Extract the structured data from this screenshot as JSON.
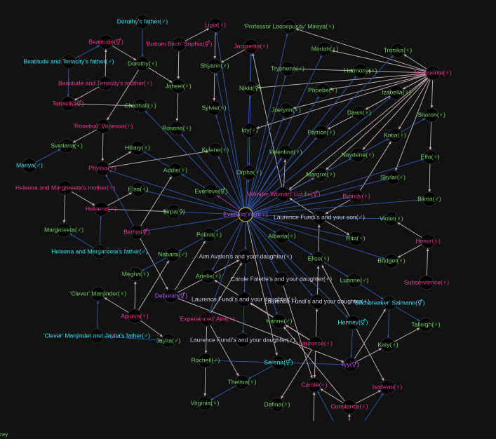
{
  "colors": {
    "background": "#121212",
    "edge_blue": "#2f55a8",
    "edge_gray": "#b9a9ab",
    "edge_purple": "#9a3aa8",
    "green": "#6ccf5a",
    "pink": "#ec2f8c",
    "cyan": "#22e4f2",
    "purple": "#b555f5",
    "offspring": "#c9c9d9"
  },
  "corner_text": "ney",
  "nodes": [
    {
      "id": "dorothy_father",
      "label": "Dorothy's father(♂)",
      "color": "cyan"
    },
    {
      "id": "ligia",
      "label": "Ligia(♀)",
      "color": "pink"
    },
    {
      "id": "beatitude",
      "label": "Beatitude(⚥)",
      "color": "pink"
    },
    {
      "id": "sophia",
      "label": "'Bottom Bitch' Sophia(⚥)",
      "color": "pink"
    },
    {
      "id": "bt_father",
      "label": "Beatitude and Tenacity's father(♂)",
      "color": "cyan"
    },
    {
      "id": "dorothy",
      "label": "Dorothy(♀)",
      "color": "green"
    },
    {
      "id": "shyann",
      "label": "Shyann(♀)",
      "color": "green"
    },
    {
      "id": "jacquetta",
      "label": "Jacquetta(♀)",
      "color": "pink"
    },
    {
      "id": "bt_mother",
      "label": "Beatitude and Tenacity's mother(♀)",
      "color": "pink"
    },
    {
      "id": "jaheel",
      "label": "Jaheel(♀)",
      "color": "green"
    },
    {
      "id": "tenacity",
      "label": "Tenacity(⚥)",
      "color": "pink"
    },
    {
      "id": "chalthall",
      "label": "Chalthall(♀)",
      "color": "green"
    },
    {
      "id": "sylvie",
      "label": "Sylvie(♀)",
      "color": "green"
    },
    {
      "id": "nikki",
      "label": "Nikki(⚥)",
      "color": "green"
    },
    {
      "id": "vanessa",
      "label": "'Rosebud' Vanessa(♀)",
      "color": "pink"
    },
    {
      "id": "rosana",
      "label": "Rosana(♀)",
      "color": "green"
    },
    {
      "id": "idy",
      "label": "Idy(♀)",
      "color": "green"
    },
    {
      "id": "svetlana",
      "label": "Svetlana(♀)",
      "color": "green"
    },
    {
      "id": "hillary",
      "label": "Hillary(♀)",
      "color": "green"
    },
    {
      "id": "kylene",
      "label": "Kylene(♀)",
      "color": "green"
    },
    {
      "id": "mariya",
      "label": "Mariya(♂)",
      "color": "cyan"
    },
    {
      "id": "phyliss",
      "label": "Phyliss(♀)",
      "color": "pink"
    },
    {
      "id": "addie",
      "label": "Addie(♀)",
      "color": "green"
    },
    {
      "id": "orpha",
      "label": "Orpha(♀)",
      "color": "green"
    },
    {
      "id": "hm_mother",
      "label": "Heleena and Margareeta's mother(♀)",
      "color": "pink"
    },
    {
      "id": "elsa",
      "label": "Elsa(♀)",
      "color": "green"
    },
    {
      "id": "everlove",
      "label": "Everlove(⚥)",
      "color": "green"
    },
    {
      "id": "heleena",
      "label": "Heleena(♀)",
      "color": "pink"
    },
    {
      "id": "sirpa",
      "label": "Sirpa(⚲)",
      "color": "green"
    },
    {
      "id": "everlast",
      "label": "Everlast(You)(♀)",
      "color": "purple"
    },
    {
      "id": "mireya",
      "label": "'Professor Loosepussy' Mireya(♀)",
      "color": "green"
    },
    {
      "id": "moriah",
      "label": "Moriah(♀)",
      "color": "green"
    },
    {
      "id": "tronika",
      "label": "Tronika(♀)",
      "color": "green"
    },
    {
      "id": "tryphena",
      "label": "Tryphena(♂)",
      "color": "green"
    },
    {
      "id": "harmony",
      "label": "Harmony(♀)",
      "color": "green"
    },
    {
      "id": "marguerite",
      "label": "Marguerite(♀)",
      "color": "pink"
    },
    {
      "id": "phoebe",
      "label": "Phoebe(♀)",
      "color": "green"
    },
    {
      "id": "izabella",
      "label": "Izabella(♀)",
      "color": "green"
    },
    {
      "id": "joelynn",
      "label": "Joelynn(♀)",
      "color": "green"
    },
    {
      "id": "dawn",
      "label": "Dawn(♀)",
      "color": "green"
    },
    {
      "id": "sharon",
      "label": "Sharon(♀)",
      "color": "green"
    },
    {
      "id": "patrice",
      "label": "Patrice(♀)",
      "color": "green"
    },
    {
      "id": "katia",
      "label": "Katia(♀)",
      "color": "green"
    },
    {
      "id": "valentina",
      "label": "Valentina(♀)",
      "color": "green"
    },
    {
      "id": "naydene",
      "label": "Naydene(♀)",
      "color": "green"
    },
    {
      "id": "effa",
      "label": "Effa(♀)",
      "color": "green"
    },
    {
      "id": "margret",
      "label": "Margret(♀)",
      "color": "green"
    },
    {
      "id": "skylar",
      "label": "Skylar(♂)",
      "color": "green"
    },
    {
      "id": "lucille",
      "label": "'Wonder Woman' Lucille(⚥)",
      "color": "pink"
    },
    {
      "id": "brandy",
      "label": "Brandy(♀)",
      "color": "pink"
    },
    {
      "id": "bilma",
      "label": "Bilma(♂)",
      "color": "green"
    },
    {
      "id": "lf_son",
      "label": "Laurence Fundi's and your son(♂)",
      "color": "offspring"
    },
    {
      "id": "violet",
      "label": "Violet(♀)",
      "color": "green"
    },
    {
      "id": "margareeta",
      "label": "Margareeta(♂)",
      "color": "green"
    },
    {
      "id": "bethia",
      "label": "Bethia(⚥)",
      "color": "pink"
    },
    {
      "id": "polina",
      "label": "Polina(♀)",
      "color": "green"
    },
    {
      "id": "alberta",
      "label": "Alberta(♀)",
      "color": "green"
    },
    {
      "id": "rita",
      "label": "Rita(♀)",
      "color": "green"
    },
    {
      "id": "honor",
      "label": "Honor(♀)",
      "color": "pink"
    },
    {
      "id": "hm_father",
      "label": "Heleena and Margareeta's father(♂)",
      "color": "cyan"
    },
    {
      "id": "nabami",
      "label": "Nabami(♂)",
      "color": "green"
    },
    {
      "id": "aa_daughter",
      "label": "Aim Avalon's and your daughter(♀)",
      "color": "offspring"
    },
    {
      "id": "elise",
      "label": "Elise(♀)",
      "color": "green"
    },
    {
      "id": "bridget",
      "label": "Bridget(♀)",
      "color": "green"
    },
    {
      "id": "megha",
      "label": "Megha(♀)",
      "color": "green"
    },
    {
      "id": "arielle",
      "label": "Arielle(♀)",
      "color": "green"
    },
    {
      "id": "cf_daughter",
      "label": "Carole Falette's and your daughter(♀)",
      "color": "offspring"
    },
    {
      "id": "luanne",
      "label": "Luanne(♂)",
      "color": "green"
    },
    {
      "id": "subservience",
      "label": "Subservience(♀)",
      "color": "pink"
    },
    {
      "id": "manjinder",
      "label": "'Clever' Manjinder(♀)",
      "color": "green"
    },
    {
      "id": "deborah",
      "label": "Deborah(⚥)",
      "color": "purple"
    },
    {
      "id": "lf_daughter1",
      "label": "Laurence Fundi's and your daughter(♀)",
      "color": "offspring"
    },
    {
      "id": "lf_daughter2",
      "label": "Laurence Fundi's and your daughter(♀)",
      "color": "offspring"
    },
    {
      "id": "salmann",
      "label": "'Bitchbreaker' Salmann(⚥)",
      "color": "cyan"
    },
    {
      "id": "apurva",
      "label": "Apurva(♀)",
      "color": "pink"
    },
    {
      "id": "aim",
      "label": "'Experienced' Aim(♀)",
      "color": "pink"
    },
    {
      "id": "karine",
      "label": "Karine(♂)",
      "color": "green"
    },
    {
      "id": "henney",
      "label": "Henney(⚥)",
      "color": "cyan"
    },
    {
      "id": "talleigh",
      "label": "Talleigh(♀)",
      "color": "green"
    },
    {
      "id": "cmj_father",
      "label": "'Clever' Manjinder and Jayita's father(♂)",
      "color": "cyan"
    },
    {
      "id": "jayita",
      "label": "Jayita(♂)",
      "color": "green"
    },
    {
      "id": "lf_daughter3",
      "label": "Laurence Fundi's and your daughter(♀)",
      "color": "offspring"
    },
    {
      "id": "laurence",
      "label": "Laurence(♀)",
      "color": "pink"
    },
    {
      "id": "katy",
      "label": "Katy(♀)",
      "color": "green"
    },
    {
      "id": "rochell",
      "label": "Rochell(♂)",
      "color": "green"
    },
    {
      "id": "serena",
      "label": "Serena(⚥)",
      "color": "cyan"
    },
    {
      "id": "ivy",
      "label": "Ivy(⚥)",
      "color": "purple"
    },
    {
      "id": "thelma",
      "label": "Thelma(♀)",
      "color": "green"
    },
    {
      "id": "carole",
      "label": "Carole(♀)",
      "color": "pink"
    },
    {
      "id": "isabeau",
      "label": "Isabeau(♀)",
      "color": "pink"
    },
    {
      "id": "virginia",
      "label": "Virginia(♀)",
      "color": "green"
    },
    {
      "id": "dafina",
      "label": "Dafina(♀)",
      "color": "green"
    },
    {
      "id": "constance",
      "label": "Constance(♀)",
      "color": "pink"
    }
  ],
  "edges": [
    [
      "dorothy_father",
      "dorothy",
      "blue"
    ],
    [
      "beatitude",
      "dorothy",
      "gray"
    ],
    [
      "bt_father",
      "beatitude",
      "blue"
    ],
    [
      "bt_father",
      "tenacity",
      "blue"
    ],
    [
      "bt_mother",
      "beatitude",
      "gray"
    ],
    [
      "bt_mother",
      "tenacity",
      "gray"
    ],
    [
      "tenacity",
      "chalthall",
      "gray"
    ],
    [
      "dorothy",
      "jaheel",
      "gray"
    ],
    [
      "dorothy",
      "vanessa",
      "gray"
    ],
    [
      "sophia",
      "ligia",
      "gray"
    ],
    [
      "sophia",
      "jaheel",
      "gray"
    ],
    [
      "jaheel",
      "rosana",
      "gray"
    ],
    [
      "jacquetta",
      "shyann",
      "gray"
    ],
    [
      "ligia",
      "shyann",
      "gray"
    ],
    [
      "shyann",
      "sylvie",
      "gray"
    ],
    [
      "vanessa",
      "svetlana",
      "gray"
    ],
    [
      "mariya",
      "svetlana",
      "blue"
    ],
    [
      "vanessa",
      "phyliss",
      "gray"
    ],
    [
      "phyliss",
      "hillary",
      "gray"
    ],
    [
      "phyliss",
      "kylene",
      "gray"
    ],
    [
      "addie",
      "hillary",
      "blue"
    ],
    [
      "everlove",
      "addie",
      "blue"
    ],
    [
      "everlast",
      "everlove",
      "purple"
    ],
    [
      "hm_mother",
      "margareeta",
      "gray"
    ],
    [
      "hm_mother",
      "heleena",
      "gray"
    ],
    [
      "heleena",
      "elsa",
      "gray"
    ],
    [
      "heleena",
      "sirpa",
      "gray"
    ],
    [
      "hm_father",
      "heleena",
      "blue"
    ],
    [
      "hm_father",
      "margareeta",
      "blue"
    ],
    [
      "bethia",
      "phyliss",
      "blue"
    ],
    [
      "bethia",
      "addie",
      "gray"
    ],
    [
      "bethia",
      "deborah",
      "gray"
    ],
    [
      "polina",
      "nabami",
      "blue"
    ],
    [
      "nabami",
      "megha",
      "blue"
    ],
    [
      "apurva",
      "megha",
      "gray"
    ],
    [
      "apurva",
      "nabami",
      "gray"
    ],
    [
      "apurva",
      "manjinder",
      "gray"
    ],
    [
      "apurva",
      "jayita",
      "gray"
    ],
    [
      "cmj_father",
      "manjinder",
      "blue"
    ],
    [
      "cmj_father",
      "jayita",
      "blue"
    ],
    [
      "deborah",
      "polina",
      "gray"
    ],
    [
      "deborah",
      "aa_daughter",
      "gray"
    ],
    [
      "deborah",
      "ivy",
      "gray"
    ],
    [
      "aim",
      "rochell",
      "gray"
    ],
    [
      "aim",
      "thelma",
      "gray"
    ],
    [
      "aim",
      "aa_daughter",
      "gray"
    ],
    [
      "rochell",
      "virginia",
      "gray"
    ],
    [
      "thelma",
      "virginia",
      "blue"
    ],
    [
      "serena",
      "thelma",
      "blue"
    ],
    [
      "rochell",
      "serena",
      "blue"
    ],
    [
      "serena",
      "ivy",
      "blue"
    ],
    [
      "aa_daughter",
      "lf_daughter1",
      "blue"
    ],
    [
      "lf_daughter1",
      "lf_daughter3",
      "blue"
    ],
    [
      "laurence",
      "lf_daughter1",
      "gray"
    ],
    [
      "laurence",
      "arielle",
      "gray"
    ],
    [
      "laurence",
      "karine",
      "gray"
    ],
    [
      "laurence",
      "lf_daughter2",
      "gray"
    ],
    [
      "lf_daughter2",
      "elise",
      "gray"
    ],
    [
      "elise",
      "lf_son",
      "gray"
    ],
    [
      "lf_son",
      "rita",
      "gray"
    ],
    [
      "lf_son",
      "lucille",
      "gray"
    ],
    [
      "laurence",
      "dafina",
      "gray"
    ],
    [
      "laurence",
      "carole",
      "gray"
    ],
    [
      "cf_daughter",
      "carole",
      "gray"
    ],
    [
      "constance",
      "carole",
      "gray"
    ],
    [
      "constance",
      "isabeau",
      "gray"
    ],
    [
      "constance",
      "karine",
      "gray"
    ],
    [
      "henney",
      "ivy",
      "blue"
    ],
    [
      "henney",
      "isabeau",
      "gray"
    ],
    [
      "henney",
      "elise",
      "gray"
    ],
    [
      "ivy",
      "katy",
      "gray"
    ],
    [
      "ivy",
      "salmann",
      "gray"
    ],
    [
      "salmann",
      "katy",
      "blue"
    ],
    [
      "salmann",
      "talleigh",
      "blue"
    ],
    [
      "katy",
      "talleigh",
      "gray"
    ],
    [
      "luanne",
      "salmann",
      "blue"
    ],
    [
      "elise",
      "luanne",
      "blue"
    ],
    [
      "alberta",
      "elise",
      "blue"
    ],
    [
      "honor",
      "violet",
      "gray"
    ],
    [
      "honor",
      "bridget",
      "gray"
    ],
    [
      "subservience",
      "honor",
      "gray"
    ],
    [
      "lucille",
      "valentina",
      "gray"
    ],
    [
      "lucille",
      "jacquetta",
      "gray"
    ],
    [
      "lucille",
      "margret",
      "gray"
    ],
    [
      "lf_son",
      "violet",
      "blue"
    ],
    [
      "brandy",
      "lf_son",
      "gray"
    ],
    [
      "brandy",
      "katia",
      "gray"
    ],
    [
      "nikki",
      "jacquetta",
      "blue"
    ],
    [
      "idy",
      "nikki",
      "blue"
    ],
    [
      "idy",
      "orpha",
      "blue"
    ],
    [
      "sharon",
      "effa",
      "gray"
    ],
    [
      "effa",
      "bilma",
      "gray"
    ],
    [
      "katia",
      "sharon",
      "blue"
    ],
    [
      "margret",
      "naydene",
      "blue"
    ],
    [
      "naydene",
      "katia",
      "blue"
    ],
    [
      "izabella",
      "dawn",
      "gray"
    ],
    [
      "dawn",
      "patrice",
      "gray"
    ],
    [
      "tryphena",
      "harmony",
      "gray"
    ],
    [
      "marguerite",
      "mireya",
      "gray"
    ],
    [
      "marguerite",
      "moriah",
      "gray"
    ],
    [
      "marguerite",
      "tronika",
      "gray"
    ],
    [
      "marguerite",
      "harmony",
      "gray"
    ],
    [
      "marguerite",
      "nikki",
      "gray"
    ],
    [
      "marguerite",
      "joelynn",
      "gray"
    ],
    [
      "marguerite",
      "idy",
      "gray"
    ],
    [
      "marguerite",
      "izabella",
      "gray"
    ],
    [
      "marguerite",
      "dawn",
      "gray"
    ],
    [
      "marguerite",
      "naydene",
      "gray"
    ],
    [
      "marguerite",
      "margret",
      "gray"
    ],
    [
      "marguerite",
      "lucille",
      "gray"
    ],
    [
      "marguerite",
      "skylar",
      "gray"
    ],
    [
      "marguerite",
      "katia",
      "gray"
    ],
    [
      "marguerite",
      "sharon",
      "gray"
    ],
    [
      "marguerite",
      "phoebe",
      "gray"
    ],
    [
      "everlast",
      "ligia",
      "blue"
    ],
    [
      "everlast",
      "shyann",
      "blue"
    ],
    [
      "everlast",
      "jacquetta",
      "blue"
    ],
    [
      "everlast",
      "mireya",
      "blue"
    ],
    [
      "everlast",
      "moriah",
      "blue"
    ],
    [
      "everlast",
      "tryphena",
      "blue"
    ],
    [
      "everlast",
      "joelynn",
      "blue"
    ],
    [
      "everlast",
      "phoebe",
      "blue"
    ],
    [
      "everlast",
      "tronika",
      "blue"
    ],
    [
      "everlast",
      "patrice",
      "blue"
    ],
    [
      "everlast",
      "harmony",
      "blue"
    ],
    [
      "everlast",
      "valentina",
      "blue"
    ],
    [
      "everlast",
      "izabella",
      "blue"
    ],
    [
      "everlast",
      "margret",
      "blue"
    ],
    [
      "everlast",
      "effa",
      "blue"
    ],
    [
      "everlast",
      "skylar",
      "blue"
    ],
    [
      "everlast",
      "brandy",
      "blue"
    ],
    [
      "everlast",
      "bilma",
      "blue"
    ],
    [
      "everlast",
      "sylvie",
      "blue"
    ],
    [
      "everlast",
      "kylene",
      "blue"
    ],
    [
      "everlast",
      "rosana",
      "blue"
    ],
    [
      "everlast",
      "chalthall",
      "blue"
    ],
    [
      "everlast",
      "elsa",
      "blue"
    ],
    [
      "everlast",
      "sirpa",
      "blue"
    ],
    [
      "everlast",
      "bethia",
      "blue"
    ],
    [
      "everlast",
      "polina",
      "blue"
    ],
    [
      "everlast",
      "arielle",
      "blue"
    ],
    [
      "everlast",
      "aim",
      "blue"
    ],
    [
      "everlast",
      "alberta",
      "blue"
    ],
    [
      "everlast",
      "rita",
      "blue"
    ],
    [
      "everlast",
      "bridget",
      "blue"
    ],
    [
      "everlast",
      "karine",
      "blue"
    ],
    [
      "everlast",
      "serena",
      "gray"
    ],
    [
      "everlast",
      "cf_daughter",
      "blue"
    ],
    [
      "everlast",
      "lf_daughter2",
      "blue"
    ],
    [
      "everlast",
      "henney",
      "blue"
    ],
    [
      "everlast",
      "aa_daughter",
      "blue"
    ],
    [
      "everlast",
      "orpha",
      "blue"
    ],
    [
      "everlast",
      "phyliss",
      "blue"
    ],
    [
      "everlast",
      "lf_son",
      "blue"
    ],
    [
      "carole",
      "carole_down",
      "gray"
    ],
    [
      "constance",
      "constance_down",
      "gray"
    ],
    [
      "carole",
      "carole_up",
      "blue"
    ],
    [
      "isabeau",
      "isabeau_down",
      "blue"
    ]
  ]
}
